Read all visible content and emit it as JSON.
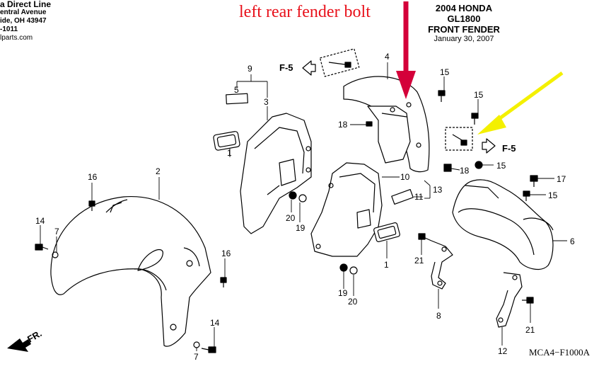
{
  "dealer": {
    "line1": "a Direct Line",
    "line2": "entral Avenue",
    "line3": "ide, OH 43947",
    "line4": "-1011",
    "line5": "lparts.com"
  },
  "title": {
    "line1": "2004 HONDA",
    "line2": "GL1800",
    "line3": "FRONT FENDER",
    "date": "January 30, 2007"
  },
  "annotation": {
    "text": "left rear fender bolt",
    "arrow_color": "#d4003a",
    "yellow_arrow_color": "#f4f000"
  },
  "diagram_code": "MCA4−F1000A",
  "ref_labels": {
    "f5_top": "F-5",
    "f5_right": "F-5",
    "front": "FR."
  },
  "part_numbers": {
    "n9": "9",
    "n5": "5",
    "n3": "3",
    "n1a": "1",
    "n4": "4",
    "n15a": "15",
    "n15b": "15",
    "n15c": "15",
    "n15d": "15",
    "n18a": "18",
    "n18b": "18",
    "n17": "17",
    "n6": "6",
    "n10": "10",
    "n11": "11",
    "n13": "13",
    "n1b": "1",
    "n20a": "20",
    "n19a": "19",
    "n19b": "19",
    "n20b": "20",
    "n16a": "16",
    "n2": "2",
    "n14a": "14",
    "n7a": "7",
    "n16b": "16",
    "n14b": "14",
    "n7b": "7",
    "n21a": "21",
    "n8": "8",
    "n21b": "21",
    "n12": "12"
  }
}
